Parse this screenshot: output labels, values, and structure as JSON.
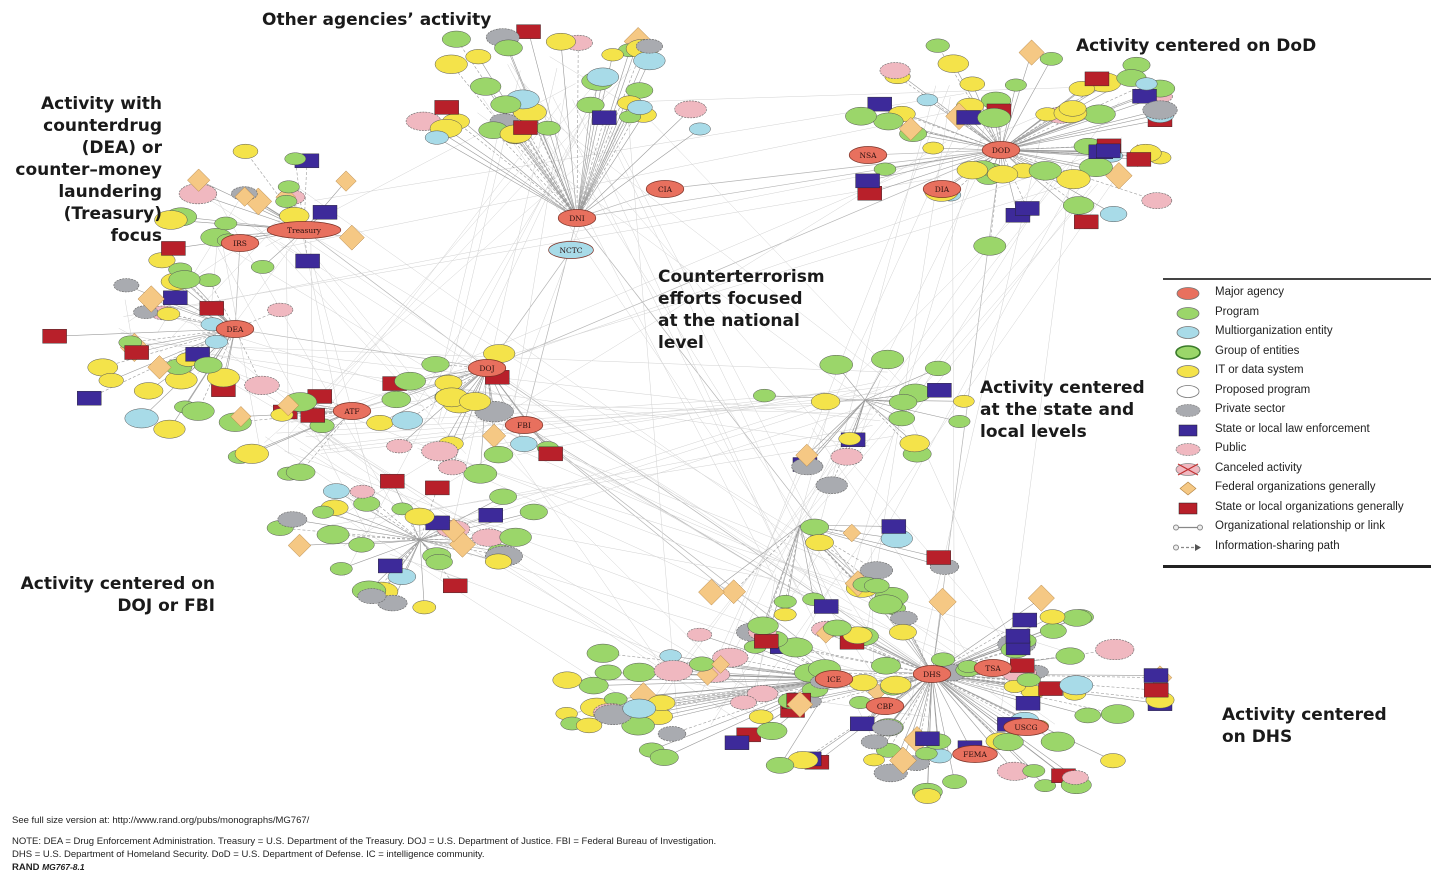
{
  "regions": {
    "other_agencies": "Other agencies’ activity",
    "dod": "Activity centered on DoD",
    "counterdrug": "Activity with\ncounterdrug\n(DEA) or\ncounter–money\nlaundering\n(Treasury) focus",
    "counterterrorism": "Counterterrorism\nefforts focused\nat the national\nlevel",
    "state_local": "Activity centered\nat the state and\nlocal levels",
    "doj_fbi": "Activity centered on\nDOJ or FBI",
    "dhs": "Activity centered\non DHS"
  },
  "agency_nodes": {
    "dni": "DNI",
    "nctc": "NCTC",
    "cia": "CIA",
    "dod": "DOD",
    "nsa": "NSA",
    "dia": "DIA",
    "doj": "DOJ",
    "fbi": "FBI",
    "atf": "ATF",
    "dea": "DEA",
    "irs": "IRS",
    "treasury": "Treasury",
    "dhs": "DHS",
    "ice": "ICE",
    "cbp": "CBP",
    "tsa": "TSA",
    "uscg": "USCG",
    "fema": "FEMA"
  },
  "legend": {
    "items": [
      {
        "label": "Major agency",
        "symbol": "ellipse",
        "color": "#e8705e"
      },
      {
        "label": "Program",
        "symbol": "ellipse",
        "color": "#9bd66a"
      },
      {
        "label": "Multiorganization entity",
        "symbol": "ellipse",
        "color": "#a8dbe8"
      },
      {
        "label": "Group of entities",
        "symbol": "group",
        "color": "#9bd66a"
      },
      {
        "label": "IT or data system",
        "symbol": "ellipse",
        "color": "#f4e34a"
      },
      {
        "label": "Proposed program",
        "symbol": "ellipse",
        "color": "#ffffff"
      },
      {
        "label": "Private sector",
        "symbol": "cloud",
        "color": "#a9abb0"
      },
      {
        "label": "State or local law enforcement",
        "symbol": "rect",
        "color": "#3d2a9a"
      },
      {
        "label": "Public",
        "symbol": "cloud",
        "color": "#f0b8c0"
      },
      {
        "label": "Canceled activity",
        "symbol": "canceled",
        "color": "#f0b8c0"
      },
      {
        "label": "Federal organizations generally",
        "symbol": "diamond",
        "color": "#f5c884"
      },
      {
        "label": "State or local organizations generally",
        "symbol": "rect",
        "color": "#b8202a"
      },
      {
        "label": "Organizational relationship or link",
        "symbol": "link",
        "color": "#888888"
      },
      {
        "label": "Information-sharing path",
        "symbol": "arrow",
        "color": "#888888"
      }
    ]
  },
  "footer": {
    "see_full": "See full size version at: http://www.rand.org/pubs/monographs/MG767/",
    "note_line1": "NOTE: DEA = Drug Enforcement Administration. Treasury = U.S. Department of the Treasury. DOJ = U.S. Department of Justice. FBI = Federal Bureau of Investigation.",
    "note_line2": "DHS = U.S. Department of Homeland Security. DoD = U.S. Department of Defense. IC = intelligence community.",
    "rand": "RAND",
    "ref": "MG767-8.1"
  },
  "colors": {
    "major": "#e8705e",
    "program": "#9bd66a",
    "multi": "#a8dbe8",
    "it": "#f4e34a",
    "private": "#a9abb0",
    "state_law": "#3d2a9a",
    "public": "#f0b8c0",
    "federal": "#f5c884",
    "state_org": "#b8202a",
    "edge": "#b5b5b5"
  }
}
